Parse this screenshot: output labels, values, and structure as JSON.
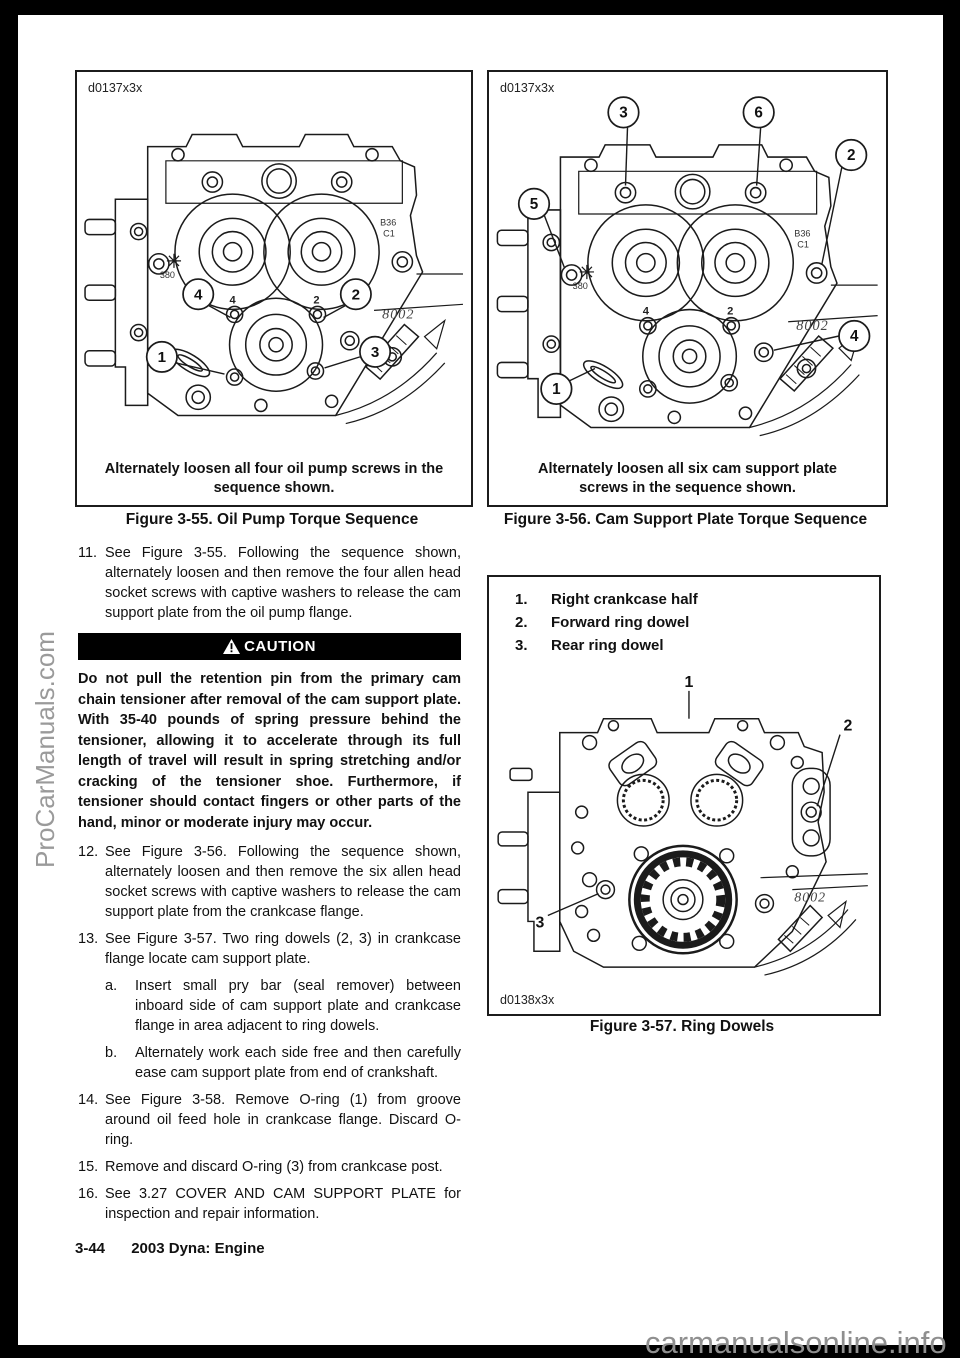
{
  "figures": {
    "fig355": {
      "code": "d0137x3x",
      "note": "Alternately loosen all four oil pump screws in the sequence shown.",
      "caption": "Figure 3-55. Oil Pump Torque Sequence",
      "callouts": [
        "1",
        "2",
        "3",
        "4"
      ],
      "bolt_labels": [
        "4",
        "2"
      ],
      "plate_code": "8002",
      "stamp_line1": "B36",
      "stamp_line2": "C1",
      "hub_label": "380"
    },
    "fig356": {
      "code": "d0137x3x",
      "note": "Alternately loosen all six cam support plate screws in the sequence shown.",
      "caption": "Figure 3-56. Cam Support Plate Torque Sequence",
      "callouts": [
        "1",
        "2",
        "3",
        "4",
        "5",
        "6"
      ],
      "bolt_labels": [
        "4",
        "2"
      ],
      "plate_code": "8002",
      "stamp_line1": "B36",
      "stamp_line2": "C1",
      "hub_label": "380"
    },
    "fig357": {
      "code": "d0138x3x",
      "caption": "Figure 3-57. Ring Dowels",
      "callouts": [
        "1",
        "2",
        "3"
      ],
      "plate_code": "8002",
      "legend": [
        {
          "num": "1.",
          "label": "Right crankcase half"
        },
        {
          "num": "2.",
          "label": "Forward ring dowel"
        },
        {
          "num": "3.",
          "label": "Rear ring dowel"
        }
      ]
    }
  },
  "steps": [
    {
      "num": "11.",
      "text": "See Figure 3-55. Following the sequence shown, alternately loosen and then remove the four allen head socket screws with captive washers to release the cam support plate from the oil pump flange."
    },
    {
      "num": "12.",
      "text": "See Figure 3-56. Following the sequence shown, alternately loosen and then remove the six allen head socket screws with captive washers to release the cam support plate from the crankcase flange."
    },
    {
      "num": "13.",
      "text": "See Figure 3-57. Two ring dowels (2, 3) in crankcase flange locate cam support plate.",
      "sub": [
        {
          "num": "a.",
          "text": "Insert small pry bar (seal remover) between inboard side of cam support plate and crankcase flange in area adjacent to ring dowels."
        },
        {
          "num": "b.",
          "text": "Alternately work each side free and then carefully ease cam support plate from end of crankshaft."
        }
      ]
    },
    {
      "num": "14.",
      "text": "See Figure 3-58. Remove O-ring (1) from groove around oil feed hole in crankcase flange. Discard O-ring."
    },
    {
      "num": "15.",
      "text": "Remove and discard O-ring (3) from crankcase post."
    },
    {
      "num": "16.",
      "text": "See 3.27 COVER AND CAM SUPPORT PLATE for inspection and repair information."
    }
  ],
  "caution": {
    "label": "CAUTION",
    "body": "Do not pull the retention pin from the primary cam chain tensioner after removal of the cam support plate. With 35-40 pounds of spring pressure behind the tensioner, allowing it to accelerate through its full length of travel will result in spring stretching and/or cracking of the tensioner shoe. Furthermore, if tensioner should contact fingers or other parts of the hand, minor or moderate injury may occur."
  },
  "footer": {
    "page_number": "3-44",
    "section_title": "2003 Dyna: Engine"
  },
  "watermarks": {
    "left": "ProCarManuals.com",
    "bottom": "carmanualsonline.info"
  }
}
